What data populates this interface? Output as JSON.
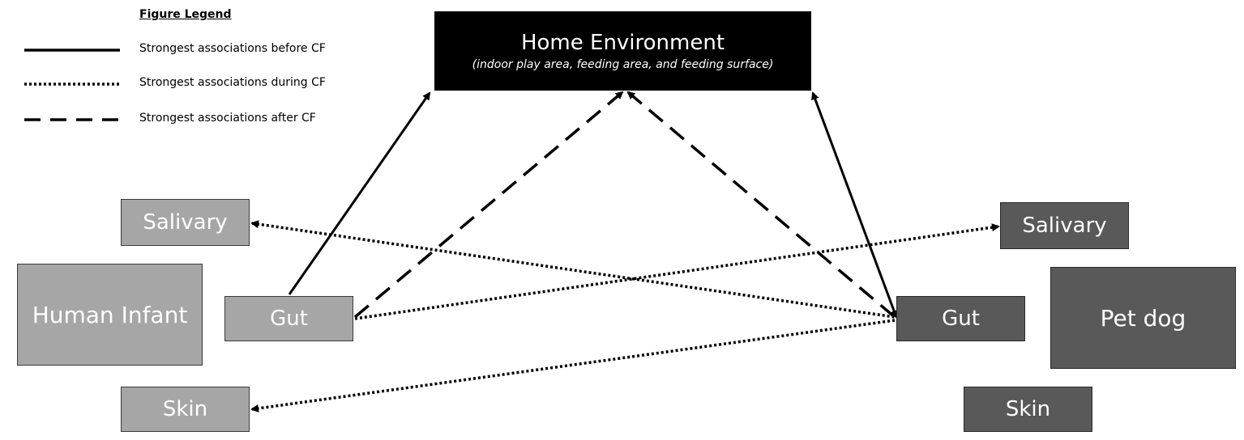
{
  "legend": {
    "title": "Figure Legend",
    "items": [
      {
        "style": "solid",
        "label": "Strongest associations before CF"
      },
      {
        "style": "dotted",
        "label": "Strongest associations during  CF"
      },
      {
        "style": "dashed",
        "label": "Strongest associations after CF"
      }
    ]
  },
  "home": {
    "title": "Home Environment",
    "subtitle": "(indoor  play area, feeding area, and feeding surface)"
  },
  "infant": {
    "label": "Human Infant",
    "salivary": "Salivary",
    "gut": "Gut",
    "skin": "Skin"
  },
  "dog": {
    "label": "Pet dog",
    "salivary": "Salivary",
    "gut": "Gut",
    "skin": "Skin"
  },
  "colors": {
    "infant_fill": "#a6a6a6",
    "dog_fill": "#595959",
    "home_fill": "#000000",
    "arrow": "#000000"
  }
}
